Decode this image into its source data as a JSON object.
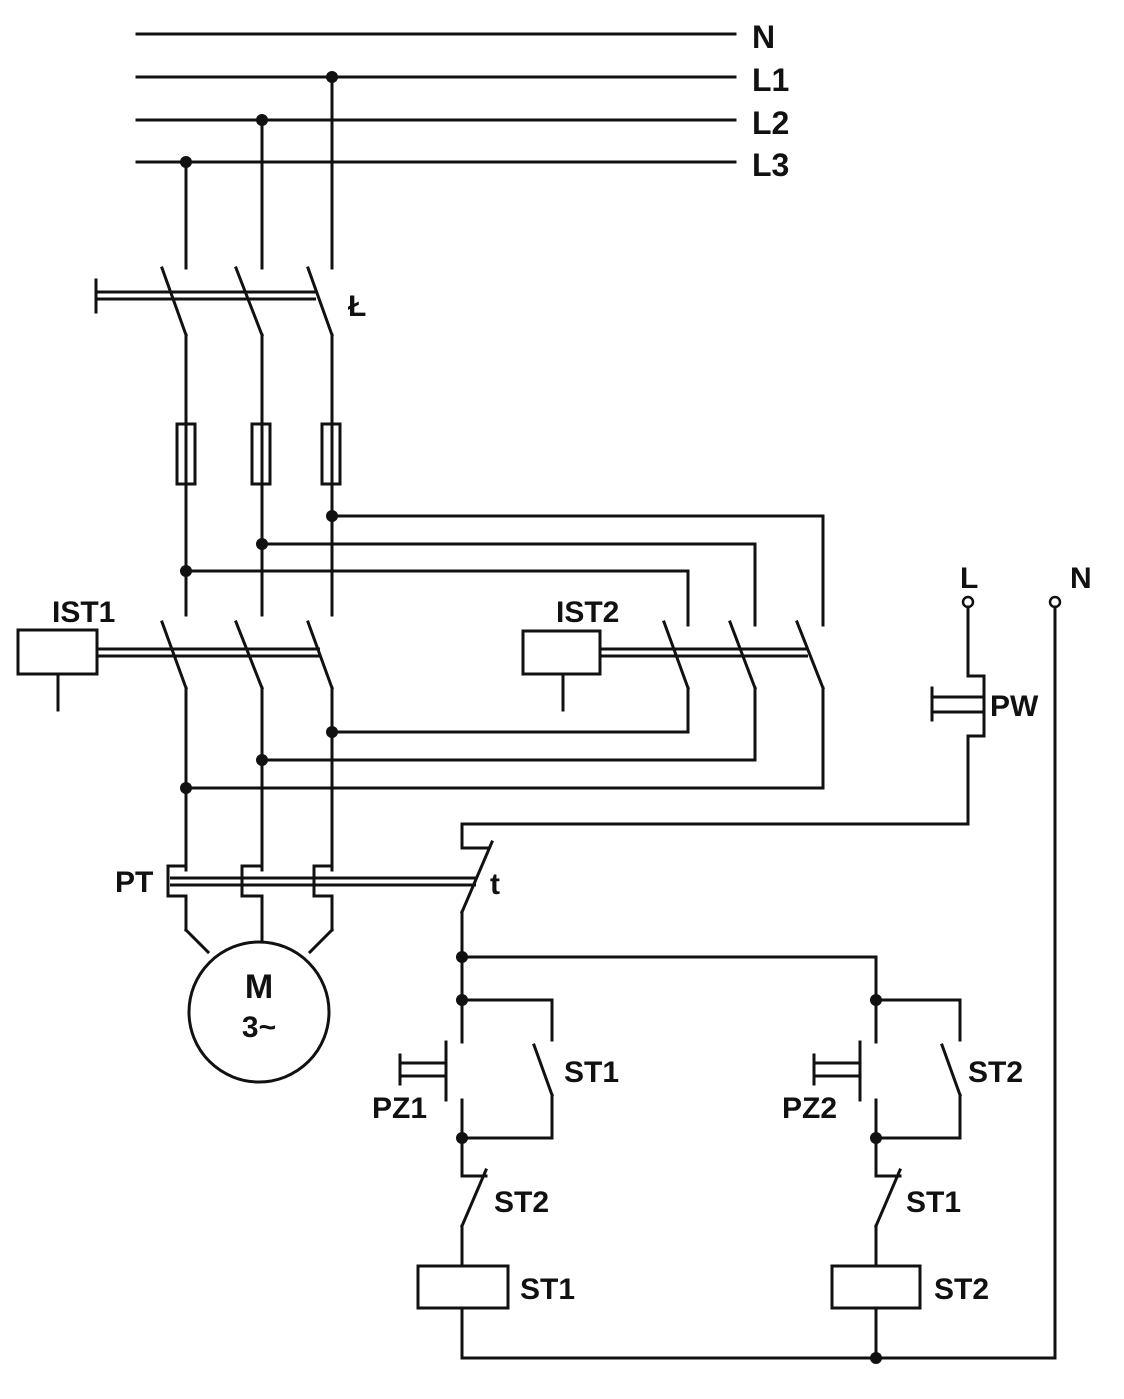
{
  "buses": {
    "n": "N",
    "l1": "L1",
    "l2": "L2",
    "l3": "L3"
  },
  "main_switch": {
    "label": "Ł"
  },
  "contactors": {
    "ist1": "IST1",
    "ist2": "IST2"
  },
  "thermal_relay": {
    "label": "PT",
    "contact_label": "t"
  },
  "motor": {
    "line1": "M",
    "line2": "3~"
  },
  "control_supply": {
    "l": "L",
    "n": "N"
  },
  "buttons": {
    "stop": "PW",
    "start1": "PZ1",
    "start2": "PZ2"
  },
  "branch1": {
    "hold_contact": "ST1",
    "interlock_contact": "ST2",
    "coil": "ST1"
  },
  "branch2": {
    "hold_contact": "ST2",
    "interlock_contact": "ST1",
    "coil": "ST2"
  }
}
